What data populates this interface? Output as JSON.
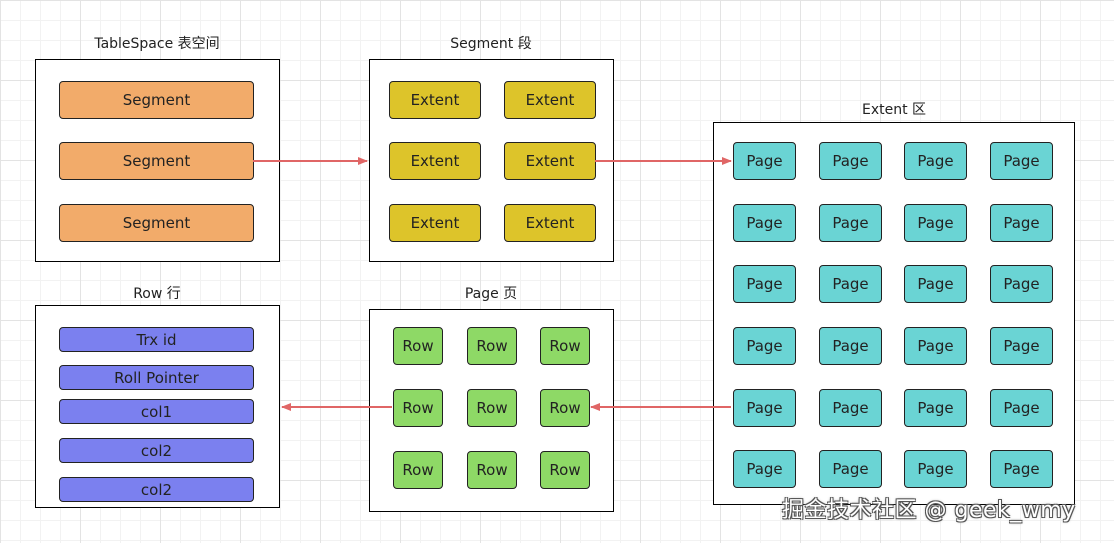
{
  "tablespace": {
    "title": "TableSpace 表空间",
    "segments": [
      "Segment",
      "Segment",
      "Segment"
    ]
  },
  "segment": {
    "title": "Segment 段",
    "extents": [
      "Extent",
      "Extent",
      "Extent",
      "Extent",
      "Extent",
      "Extent"
    ]
  },
  "extent": {
    "title": "Extent 区",
    "pages": [
      "Page",
      "Page",
      "Page",
      "Page",
      "Page",
      "Page",
      "Page",
      "Page",
      "Page",
      "Page",
      "Page",
      "Page",
      "Page",
      "Page",
      "Page",
      "Page",
      "Page",
      "Page",
      "Page",
      "Page",
      "Page",
      "Page",
      "Page",
      "Page"
    ]
  },
  "page": {
    "title": "Page 页",
    "rows": [
      "Row",
      "Row",
      "Row",
      "Row",
      "Row",
      "Row",
      "Row",
      "Row",
      "Row"
    ]
  },
  "row": {
    "title": "Row 行",
    "fields": [
      "Trx id",
      "Roll Pointer",
      "col1",
      "col2",
      "col2"
    ]
  },
  "watermark": "掘金技术社区 @ geek_wmy",
  "colors": {
    "segment": "#f2ab6a",
    "extent": "#ddc42a",
    "page": "#6ad4d4",
    "row": "#8ed966",
    "field": "#7b80ef",
    "arrow": "#e06666"
  }
}
